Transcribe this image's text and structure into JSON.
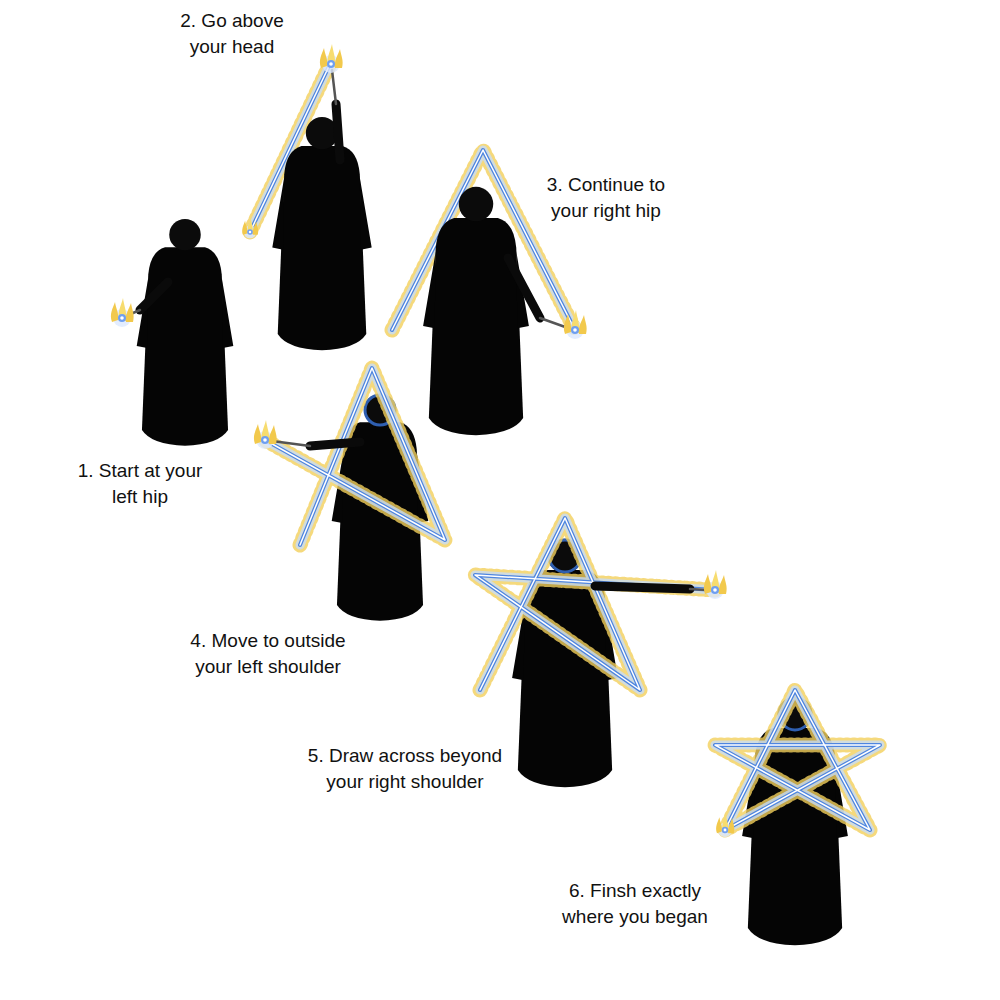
{
  "diagram": {
    "labels": [
      "1. Start at your left hip",
      "2. Go above your head",
      "3. Continue to your right hip",
      "4. Move to outside your left shoulder",
      "5. Draw across beyond your right shoulder",
      "6. Finsh exactly where you began"
    ]
  }
}
